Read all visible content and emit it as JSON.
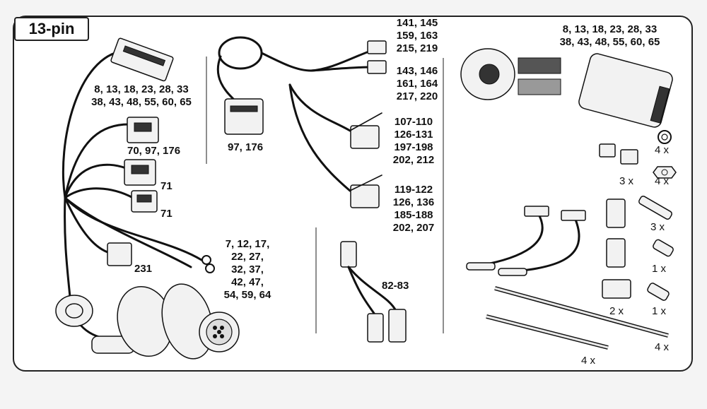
{
  "title": "13-pin",
  "labels": {
    "main_connector": [
      "8, 13, 18, 23, 28, 33",
      "38, 43, 48, 55, 60, 65"
    ],
    "conn_70": "70, 97, 176",
    "conn_71a": "71",
    "conn_71b": "71",
    "conn_231": "231",
    "ring_terminals": [
      "7, 12, 17,",
      "22, 27,",
      "32, 37,",
      "42, 47,",
      "54, 59, 64"
    ],
    "conn_97": "97, 176",
    "top_a": [
      "141, 145",
      "159, 163",
      "215, 219"
    ],
    "top_b": [
      "143, 146",
      "161, 164",
      "217, 220"
    ],
    "mid_a": [
      "107-110",
      "126-131",
      "197-198",
      "202, 212"
    ],
    "mid_b": [
      "119-122",
      "126, 136",
      "185-188",
      "202, 207"
    ],
    "splitter": "82-83",
    "module": [
      "8, 13, 18, 23, 28, 33",
      "38, 43, 48, 55, 60, 65"
    ]
  },
  "quantities": {
    "washer": "4 x",
    "nut": "4 x",
    "clip": "3 x",
    "screw_long": "3 x",
    "screw_short": "1 x",
    "connector_block": "2 x",
    "screw_small": "1 x",
    "tie_long": "4 x",
    "tie_short": "4 x"
  }
}
